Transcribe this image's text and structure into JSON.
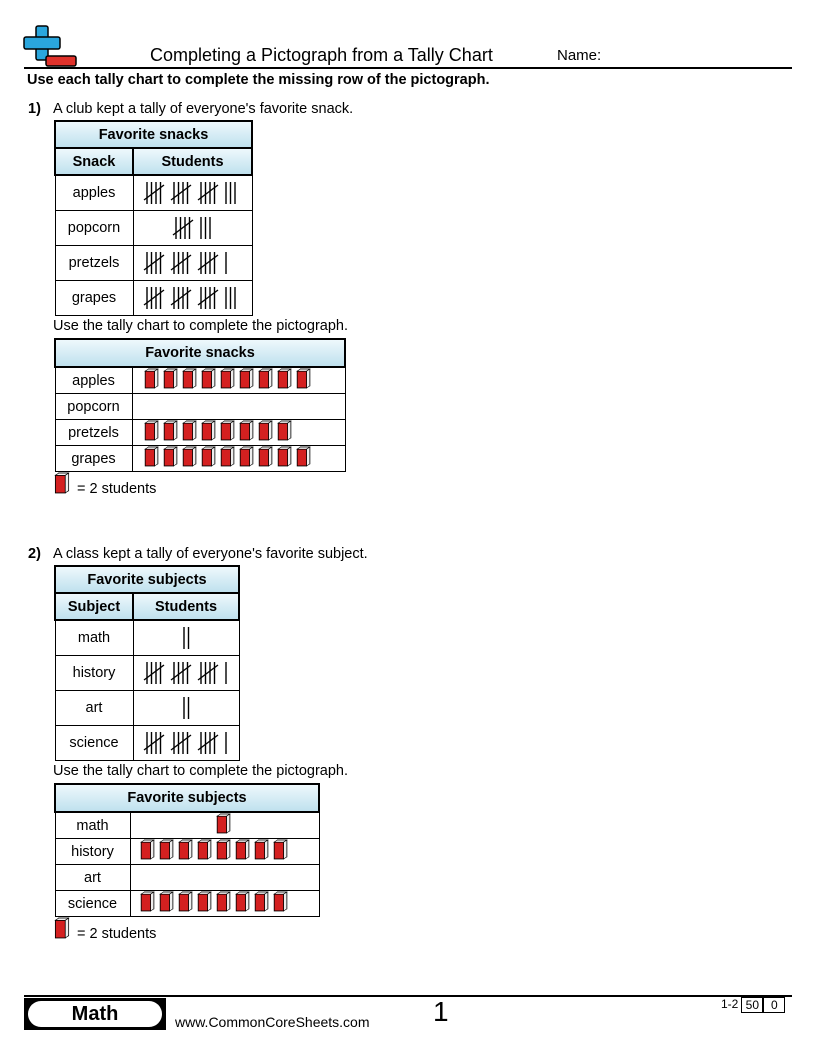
{
  "header": {
    "title": "Completing a Pictograph from a Tally Chart",
    "name_label": "Name:",
    "instructions": "Use each tally chart to complete the missing row of the pictograph."
  },
  "problems": [
    {
      "number": "1)",
      "prompt": "A club kept a tally of everyone's favorite snack.",
      "tally_title": "Favorite snacks",
      "col1": "Snack",
      "col2": "Students",
      "tally_rows": [
        {
          "label": "apples",
          "count": 18
        },
        {
          "label": "popcorn",
          "count": 8
        },
        {
          "label": "pretzels",
          "count": 16
        },
        {
          "label": "grapes",
          "count": 18
        }
      ],
      "sub_prompt": "Use the tally chart to complete the pictograph.",
      "picto_title": "Favorite snacks",
      "picto_rows": [
        {
          "label": "apples",
          "icons": 9
        },
        {
          "label": "popcorn",
          "icons": 0
        },
        {
          "label": "pretzels",
          "icons": 8
        },
        {
          "label": "grapes",
          "icons": 9
        }
      ],
      "legend": "= 2 students"
    },
    {
      "number": "2)",
      "prompt": "A class kept a tally of everyone's favorite subject.",
      "tally_title": "Favorite subjects",
      "col1": "Subject",
      "col2": "Students",
      "tally_rows": [
        {
          "label": "math",
          "count": 2
        },
        {
          "label": "history",
          "count": 16
        },
        {
          "label": "art",
          "count": 2
        },
        {
          "label": "science",
          "count": 16
        }
      ],
      "sub_prompt": "Use the tally chart to complete the pictograph.",
      "picto_title": "Favorite subjects",
      "picto_rows": [
        {
          "label": "math",
          "icons": 1
        },
        {
          "label": "history",
          "icons": 8
        },
        {
          "label": "art",
          "icons": 0
        },
        {
          "label": "science",
          "icons": 8
        }
      ],
      "legend": "= 2 students"
    }
  ],
  "footer": {
    "subject": "Math",
    "site": "www.CommonCoreSheets.com",
    "page": "1",
    "code_range": "1-2",
    "code_a": "50",
    "code_b": "0"
  },
  "icons": {
    "logo": "plus-minus-logo-icon",
    "picture_unit": "red-book-icon"
  },
  "colors": {
    "book_red": "#d42020",
    "logo_blue": "#2aa6dd",
    "logo_red": "#e0322b",
    "header_blue": "#bfe1ee"
  }
}
